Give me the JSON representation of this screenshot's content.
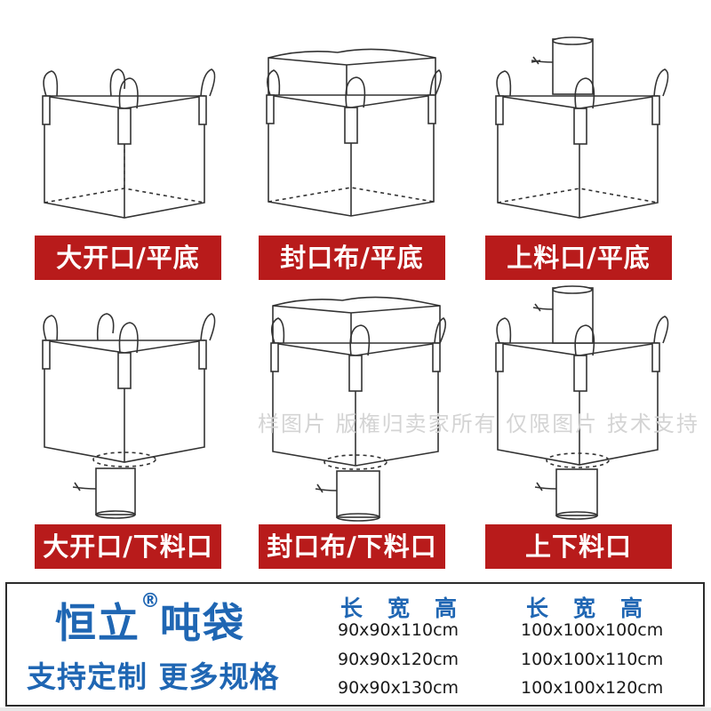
{
  "bags": [
    {
      "label": "大开口/平底",
      "top": "open",
      "bottom": "flat"
    },
    {
      "label": "封口布/平底",
      "top": "skirt",
      "bottom": "flat"
    },
    {
      "label": "上料口/平底",
      "top": "spout",
      "bottom": "flat"
    },
    {
      "label": "大开口/下料口",
      "top": "open",
      "bottom": "spout"
    },
    {
      "label": "封口布/下料口",
      "top": "skirt",
      "bottom": "spout"
    },
    {
      "label": "上下料口",
      "top": "spout",
      "bottom": "spout"
    }
  ],
  "watermark": "样图片 版権归卖家所有 仅限图片 技术支持",
  "brand": {
    "name": "恒立",
    "reg": "®",
    "suffix": "吨袋"
  },
  "slogan": "支持定制  更多规格",
  "dims_header": [
    "长",
    "宽",
    "高"
  ],
  "sizes_left": [
    "90x90x110cm",
    "90x90x120cm",
    "90x90x130cm"
  ],
  "sizes_right": [
    "100x100x100cm",
    "100x100x110cm",
    "100x100x120cm"
  ],
  "colors": {
    "label_bg": "#b81b1b",
    "brand_blue": "#1f66b3"
  }
}
